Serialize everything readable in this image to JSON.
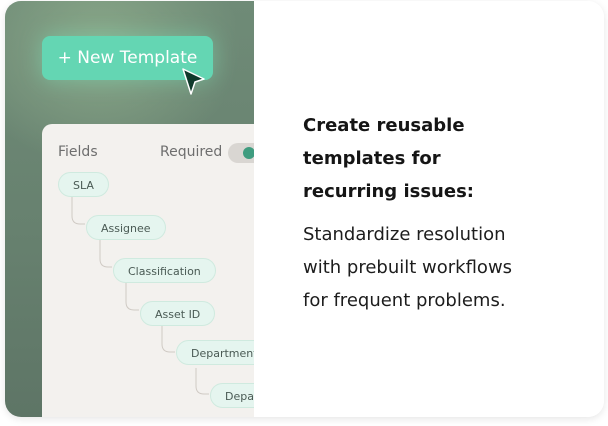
{
  "promo": {
    "new_template_button": "+ New Template",
    "fields_label": "Fields",
    "required_label": "Required",
    "required_toggle_on": true,
    "field_chips": [
      "SLA",
      "Assignee",
      "Classification",
      "Asset ID",
      "Department",
      "Department"
    ],
    "headline_lines": [
      "Create reusable",
      "templates for",
      "recurring issues:"
    ],
    "body_lines": [
      "Standardize resolution",
      "with prebuilt workflows",
      "for frequent problems."
    ]
  },
  "colors": {
    "accent": "#64d6b3",
    "toggle_on": "#3f9c7f",
    "chip_bg": "#e5f5ef",
    "left_bg": "#67816f"
  },
  "icons": {
    "cursor": "pointer-arrow-icon"
  }
}
